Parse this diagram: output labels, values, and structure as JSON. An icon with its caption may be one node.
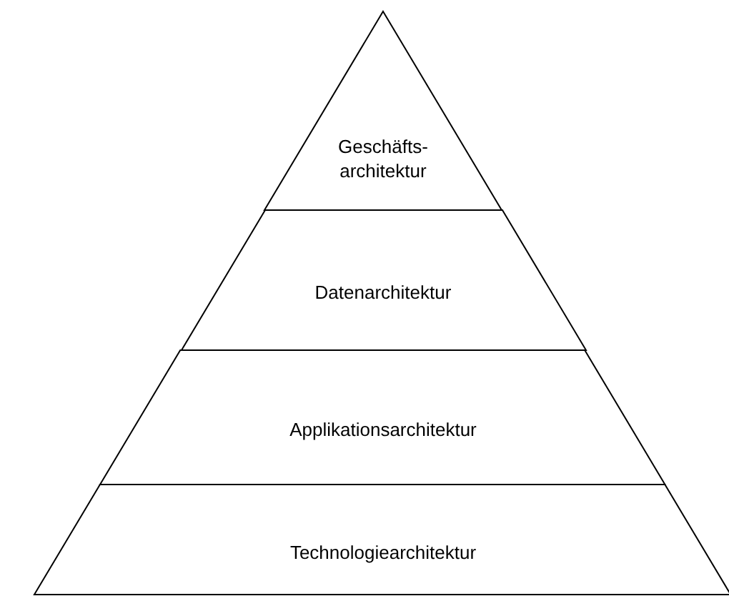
{
  "diagram": {
    "nodes": [
      {
        "text": [
          "Geschäfts- architektur"
        ]
      },
      {
        "text": [
          "Datenarchitektur"
        ]
      },
      {
        "text": [
          "Applikationsarchitektur"
        ]
      },
      {
        "text": [
          "Technologiearchitektur"
        ]
      }
    ]
  }
}
